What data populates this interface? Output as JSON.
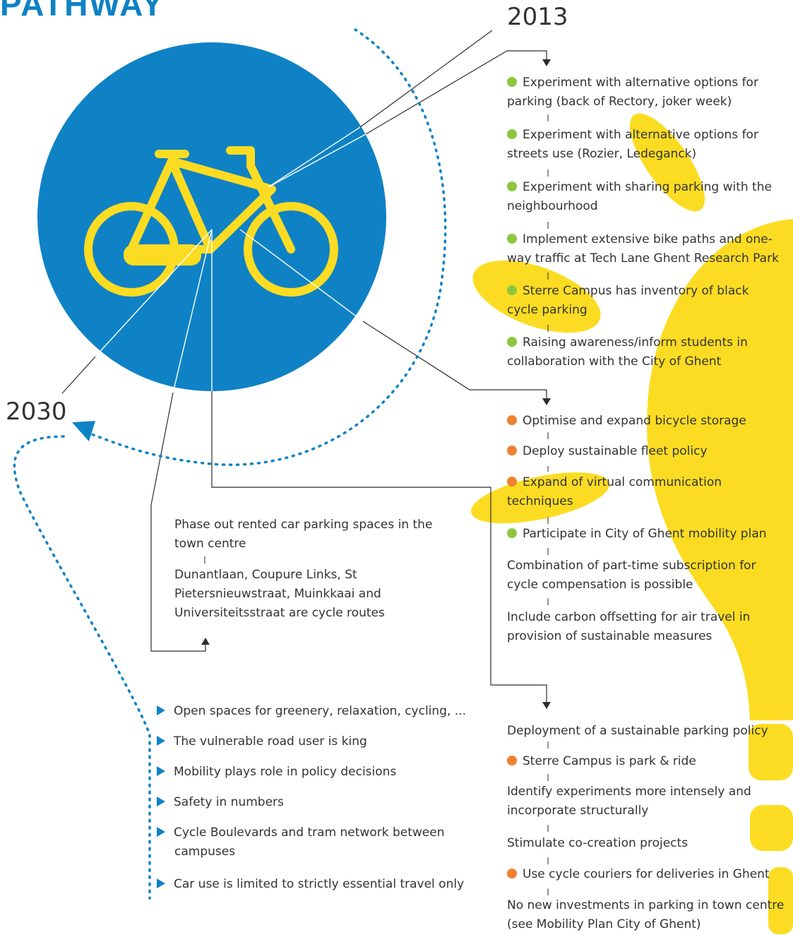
{
  "title": "PATHWAY",
  "years": {
    "start": "2013",
    "end": "2030"
  },
  "colors": {
    "blue": "#0f82c5",
    "yellow": "#fcdc22",
    "green": "#8dc63f",
    "orange": "#f0812f"
  },
  "icon": "bicycle-icon",
  "right_column_2013": [
    {
      "bullet": "green",
      "text": "Experiment with alternative options for parking (back of Rectory, joker week)"
    },
    {
      "bullet": "green",
      "text": "Experiment with alternative options for streets use (Rozier, Ledeganck)"
    },
    {
      "bullet": "green",
      "text": "Experiment with sharing parking with the neighbourhood"
    },
    {
      "bullet": "green",
      "text": "Implement extensive bike paths and one-way traffic at Tech Lane Ghent Research Park"
    },
    {
      "bullet": "green",
      "text": "Sterre Campus has inventory of black cycle parking"
    },
    {
      "bullet": "green",
      "text": "Raising awareness/inform students in collaboration with the City of Ghent"
    }
  ],
  "right_column_mid": [
    {
      "bullet": "orange",
      "text": "Optimise and expand bicycle storage"
    },
    {
      "bullet": "orange",
      "text": "Deploy sustainable fleet policy"
    },
    {
      "bullet": "orange",
      "text": "Expand of virtual communication techniques"
    },
    {
      "bullet": "green",
      "text": "Participate in City of Ghent mobility plan"
    },
    {
      "bullet": "",
      "text": "Combination of part-time subscription for cycle compensation is possible"
    },
    {
      "bullet": "",
      "text": "Include carbon offsetting for air travel in provision of sustainable measures"
    }
  ],
  "right_column_bottom": [
    {
      "bullet": "",
      "text": "Deployment of a sustainable parking policy"
    },
    {
      "bullet": "orange",
      "text": "Sterre Campus is park & ride"
    },
    {
      "bullet": "",
      "text": "Identify experiments more intensely and incorporate structurally"
    },
    {
      "bullet": "",
      "text": "Stimulate co-creation projects"
    },
    {
      "bullet": "orange",
      "text": "Use cycle couriers for deliveries in Ghent"
    },
    {
      "bullet": "",
      "text": "No new investments in parking in town centre (see Mobility Plan City of Ghent)"
    }
  ],
  "center_column": [
    {
      "text": "Phase out rented car parking spaces in the town centre"
    },
    {
      "text": "Dunantlaan, Coupure Links, St Pietersnieuwstraat, Muinkkaai and Universiteitsstraat are cycle routes"
    }
  ],
  "vision_2030": [
    {
      "text": "Open spaces for greenery, relaxation, cycling, ..."
    },
    {
      "text": "The vulnerable road user is king"
    },
    {
      "text": "Mobility plays role in policy decisions"
    },
    {
      "text": "Safety in numbers"
    },
    {
      "text": "Cycle Boulevards and tram network between campuses"
    },
    {
      "text": "Car use is limited to strictly essential travel only"
    }
  ]
}
